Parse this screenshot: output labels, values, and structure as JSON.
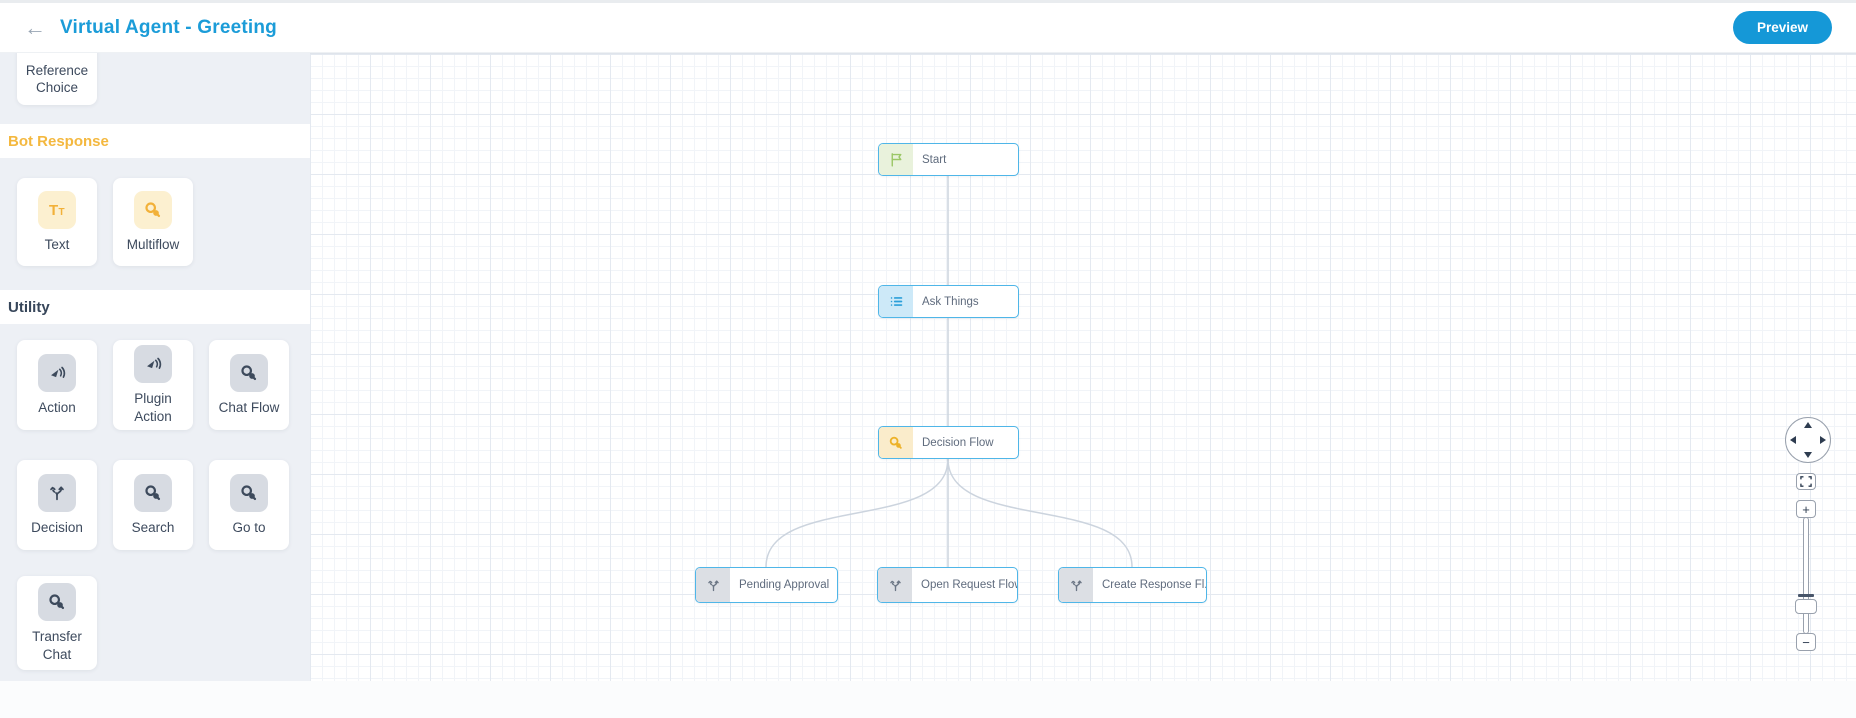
{
  "header": {
    "back_icon": "←",
    "title": "Virtual Agent - Greeting",
    "preview_label": "Preview"
  },
  "colors": {
    "accent_blue": "#1b9cd8",
    "node_border_blue": "#4fb6e8",
    "section_yellow": "#f4b83f",
    "dark_navy": "#37465a",
    "edge_gray": "#ccd4de"
  },
  "sidebar": {
    "partial_item": {
      "line1": "Reference",
      "line2": "Choice"
    },
    "sections": [
      {
        "label": "Bot Response",
        "items": [
          {
            "label": "Text",
            "icon": "text-icon"
          },
          {
            "label": "Multiflow",
            "icon": "key-icon"
          }
        ]
      },
      {
        "label": "Utility",
        "items": [
          {
            "label": "Action",
            "icon": "megaphone-icon"
          },
          {
            "label": "Plugin Action",
            "icon": "megaphone-icon"
          },
          {
            "label": "Chat Flow",
            "icon": "key-icon"
          },
          {
            "label": "Decision",
            "icon": "fork-icon"
          },
          {
            "label": "Search",
            "icon": "key-icon"
          },
          {
            "label": "Go to",
            "icon": "key-icon"
          },
          {
            "label": "Transfer Chat",
            "icon": "key-icon"
          }
        ]
      }
    ]
  },
  "icon_glyphs": {
    "text_big": "T",
    "text_small": "T"
  },
  "canvas": {
    "nodes": [
      {
        "label": "Start",
        "icon": "flag-icon",
        "type": "start"
      },
      {
        "label": "Ask Things",
        "icon": "list-icon",
        "type": "ask"
      },
      {
        "label": "Decision Flow",
        "icon": "key-icon",
        "type": "decision-flow"
      },
      {
        "label": "Pending Approval",
        "icon": "fork-icon",
        "type": "decision"
      },
      {
        "label": "Open Request Flow",
        "icon": "fork-icon",
        "type": "decision"
      },
      {
        "label": "Create Response Fl..",
        "icon": "fork-icon",
        "type": "decision"
      }
    ],
    "controls": {
      "zoom_in": "+",
      "zoom_out": "−"
    }
  }
}
